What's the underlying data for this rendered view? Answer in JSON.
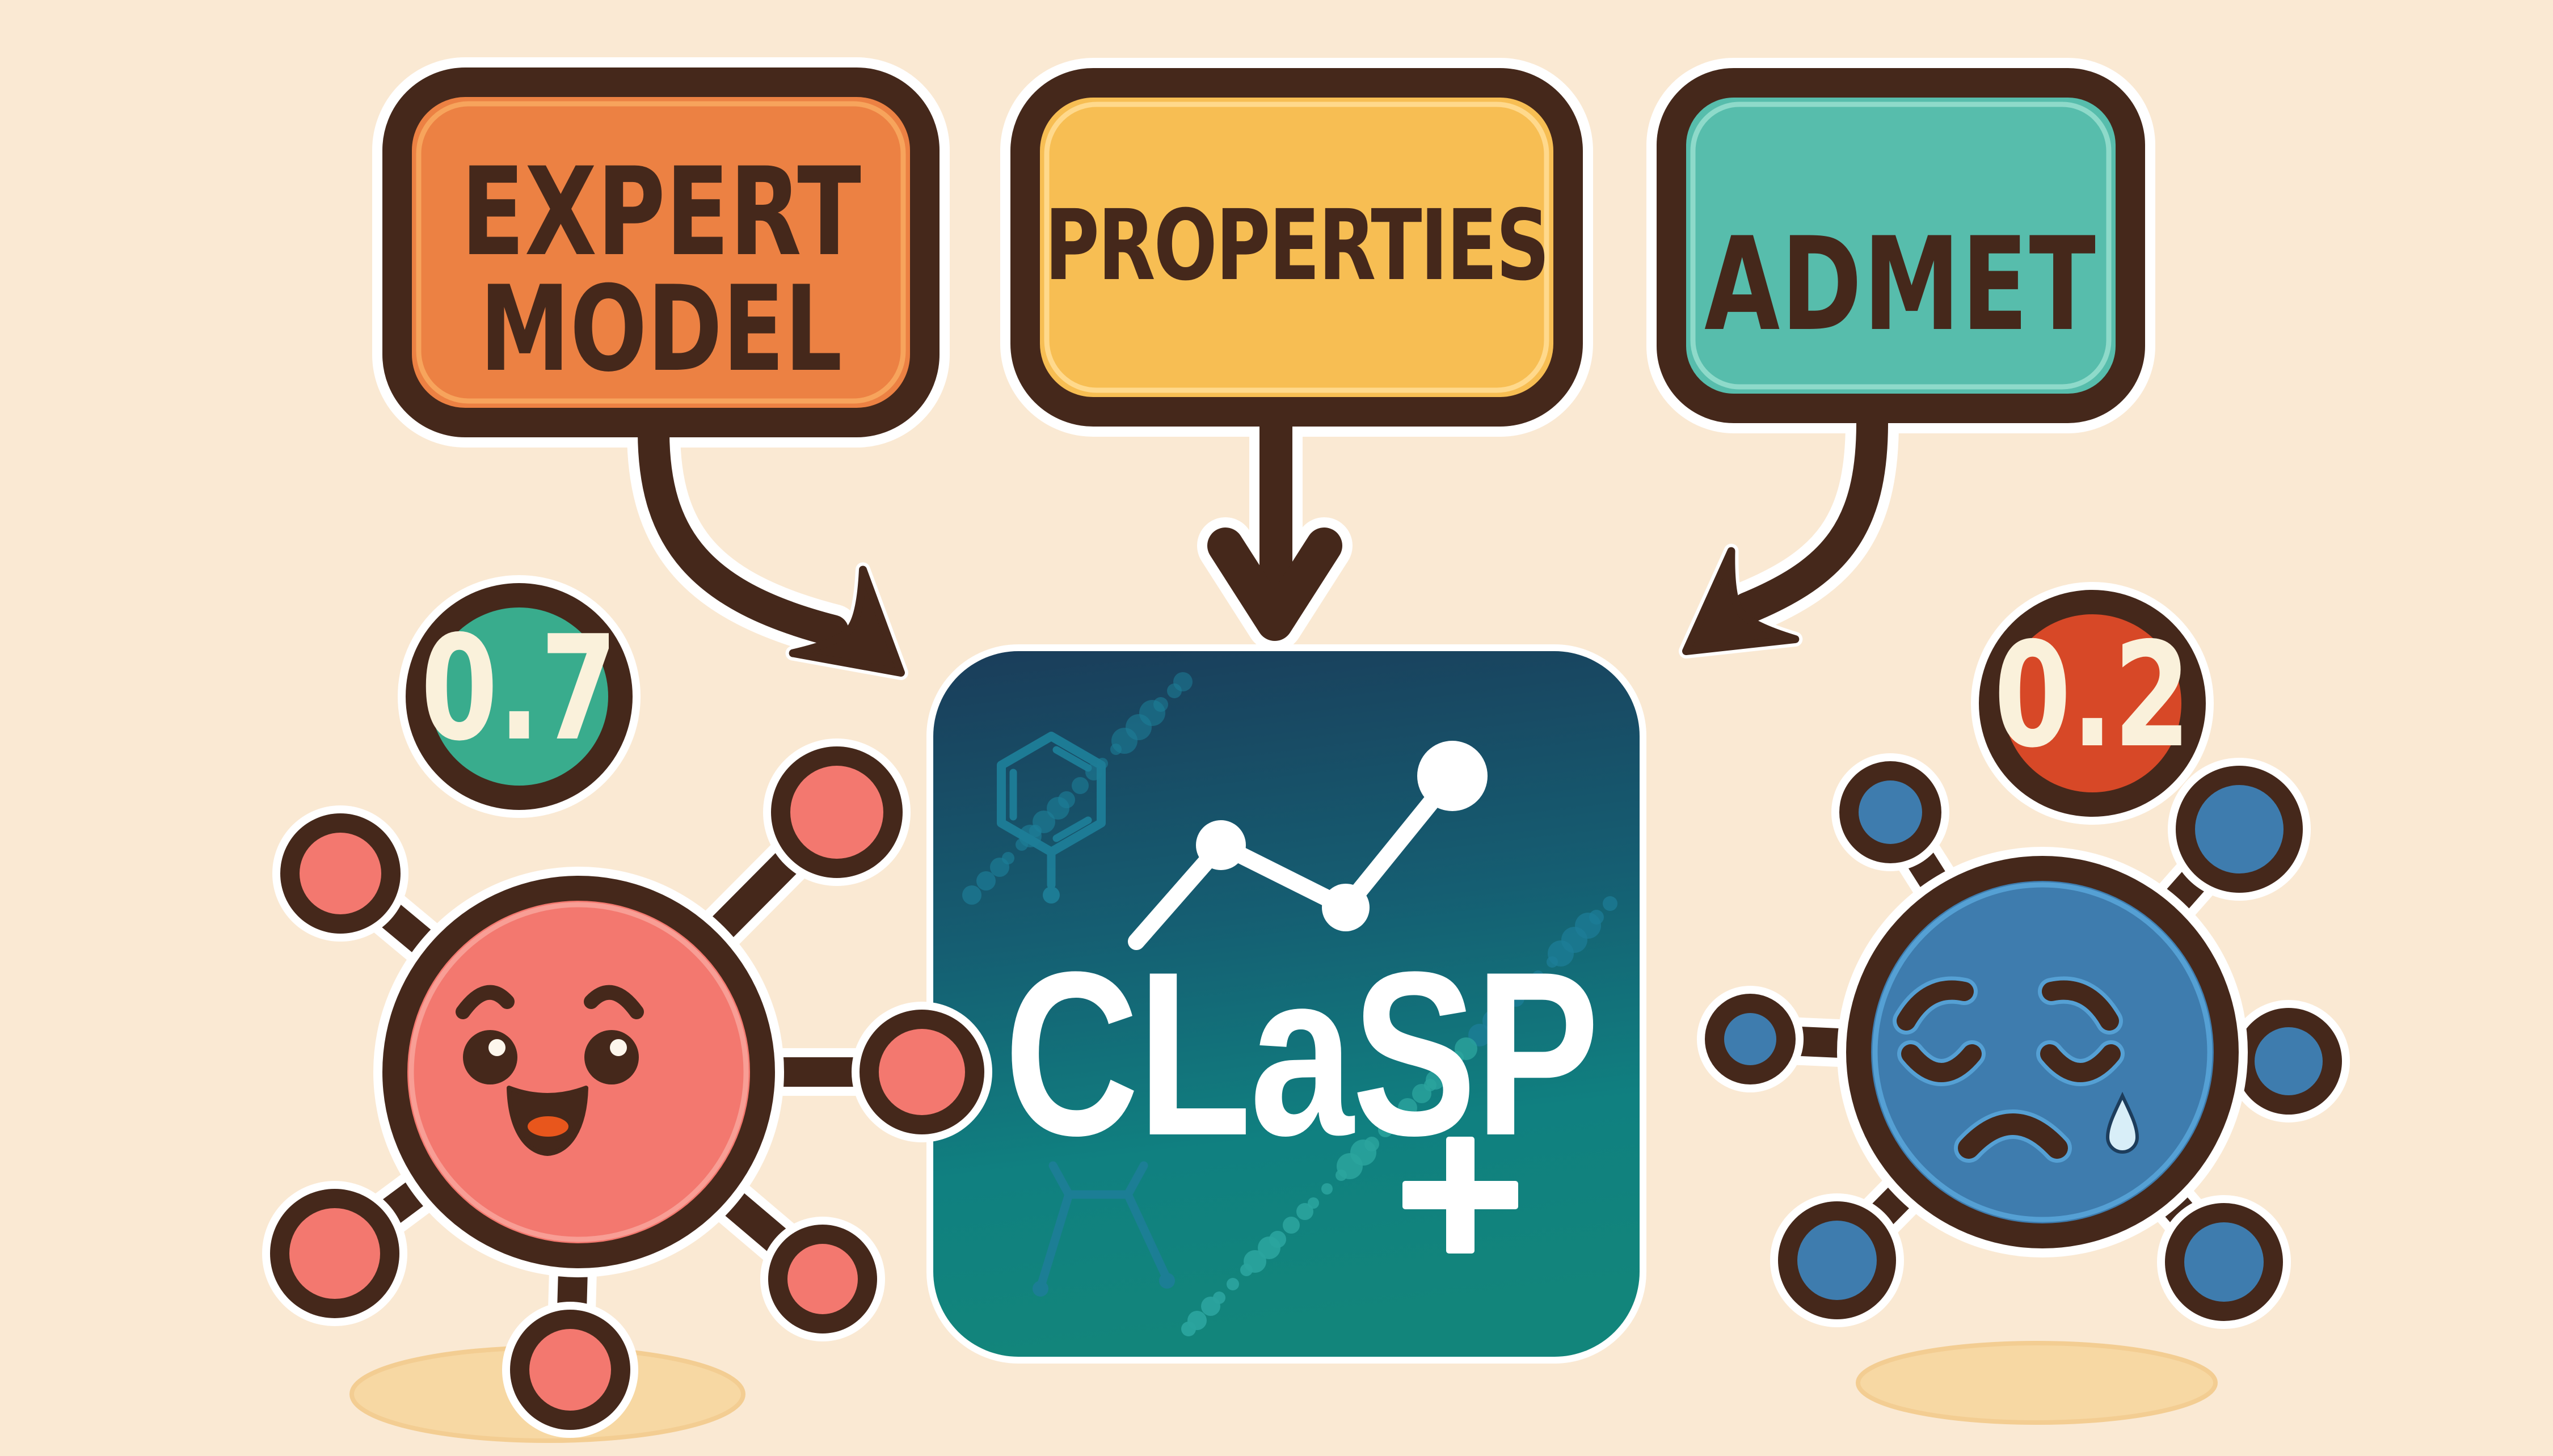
{
  "scene": {
    "background": "#FAE9D3",
    "outline_color": "#45281B",
    "sticker_color": "#FFFFFF",
    "shadow_color": "#F7D8A3"
  },
  "boxes": [
    {
      "id": "expert-model",
      "line1": "EXPERT",
      "line2": "MODEL",
      "fill": "#EC8143",
      "inner_edge": "#F7A45C"
    },
    {
      "id": "properties",
      "line1": "PROPERTIES",
      "line2": "",
      "fill": "#F7BE53",
      "inner_edge": "#FFD98C"
    },
    {
      "id": "admet",
      "line1": "ADMET",
      "line2": "",
      "fill": "#57BDAC",
      "inner_edge": "#8EDACA"
    }
  ],
  "app_icon": {
    "name": "CLaSP",
    "plus_glyph": "+",
    "bg_top": "#1A3D5A",
    "bg_mid": "#155E72",
    "bg_bottom": "#12857B",
    "dot_dim": "#1D7E98",
    "dot_bright": "#2BA49E",
    "motif_color": "#1E7E98",
    "motifs": [
      "benzene-ring",
      "molecule-skeleton",
      "rising-line-chart"
    ]
  },
  "molecules": [
    {
      "side": "left",
      "mood": "happy",
      "score": "0.7",
      "badge_fill": "#39AC8D",
      "body_fill": "#F3786F",
      "inner_edge": "#F89E95",
      "tongue": "#E8561C"
    },
    {
      "side": "right",
      "mood": "sad",
      "score": "0.2",
      "badge_fill": "#D74827",
      "body_fill": "#3E7CAE",
      "inner_edge": "#55A0D4",
      "tear": "#D8EEF8"
    }
  ],
  "badge_text_color": "#FAF1DB"
}
